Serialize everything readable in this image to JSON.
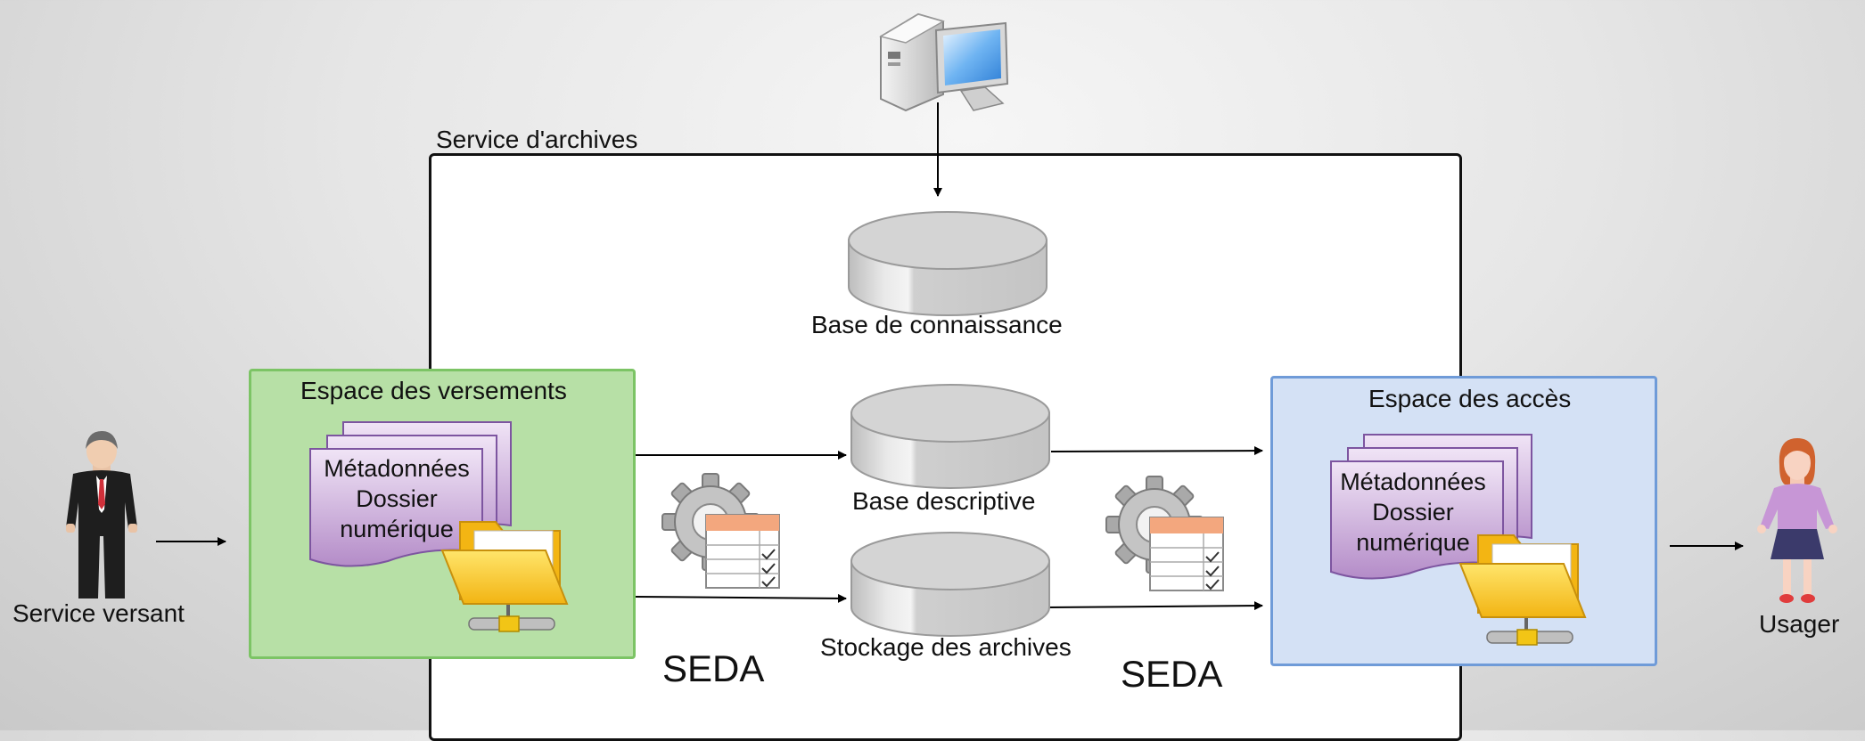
{
  "labels": {
    "archive_service": "Service d'archives",
    "knowledge_base": "Base de connaissance",
    "descriptive_base": "Base descriptive",
    "archive_storage": "Stockage des archives",
    "deposit_space": "Espace des versements",
    "access_space": "Espace des accès",
    "meta_left": "Métadonnées\nDossier\nnumérique",
    "meta_right": "Métadonnées\nDossier\nnumérique",
    "seda_left": "SEDA",
    "seda_right": "SEDA",
    "depositor": "Service versant",
    "user": "Usager"
  },
  "colors": {
    "deposit_fill": "#b7e0a6",
    "access_fill": "#d4e1f5",
    "document_purple": "#b48cc8",
    "folder_yellow": "#f7c81e"
  },
  "icons": [
    "computer-icon",
    "database-icon",
    "gear-table-icon",
    "folder-network-icon",
    "businessman-icon",
    "woman-icon"
  ]
}
